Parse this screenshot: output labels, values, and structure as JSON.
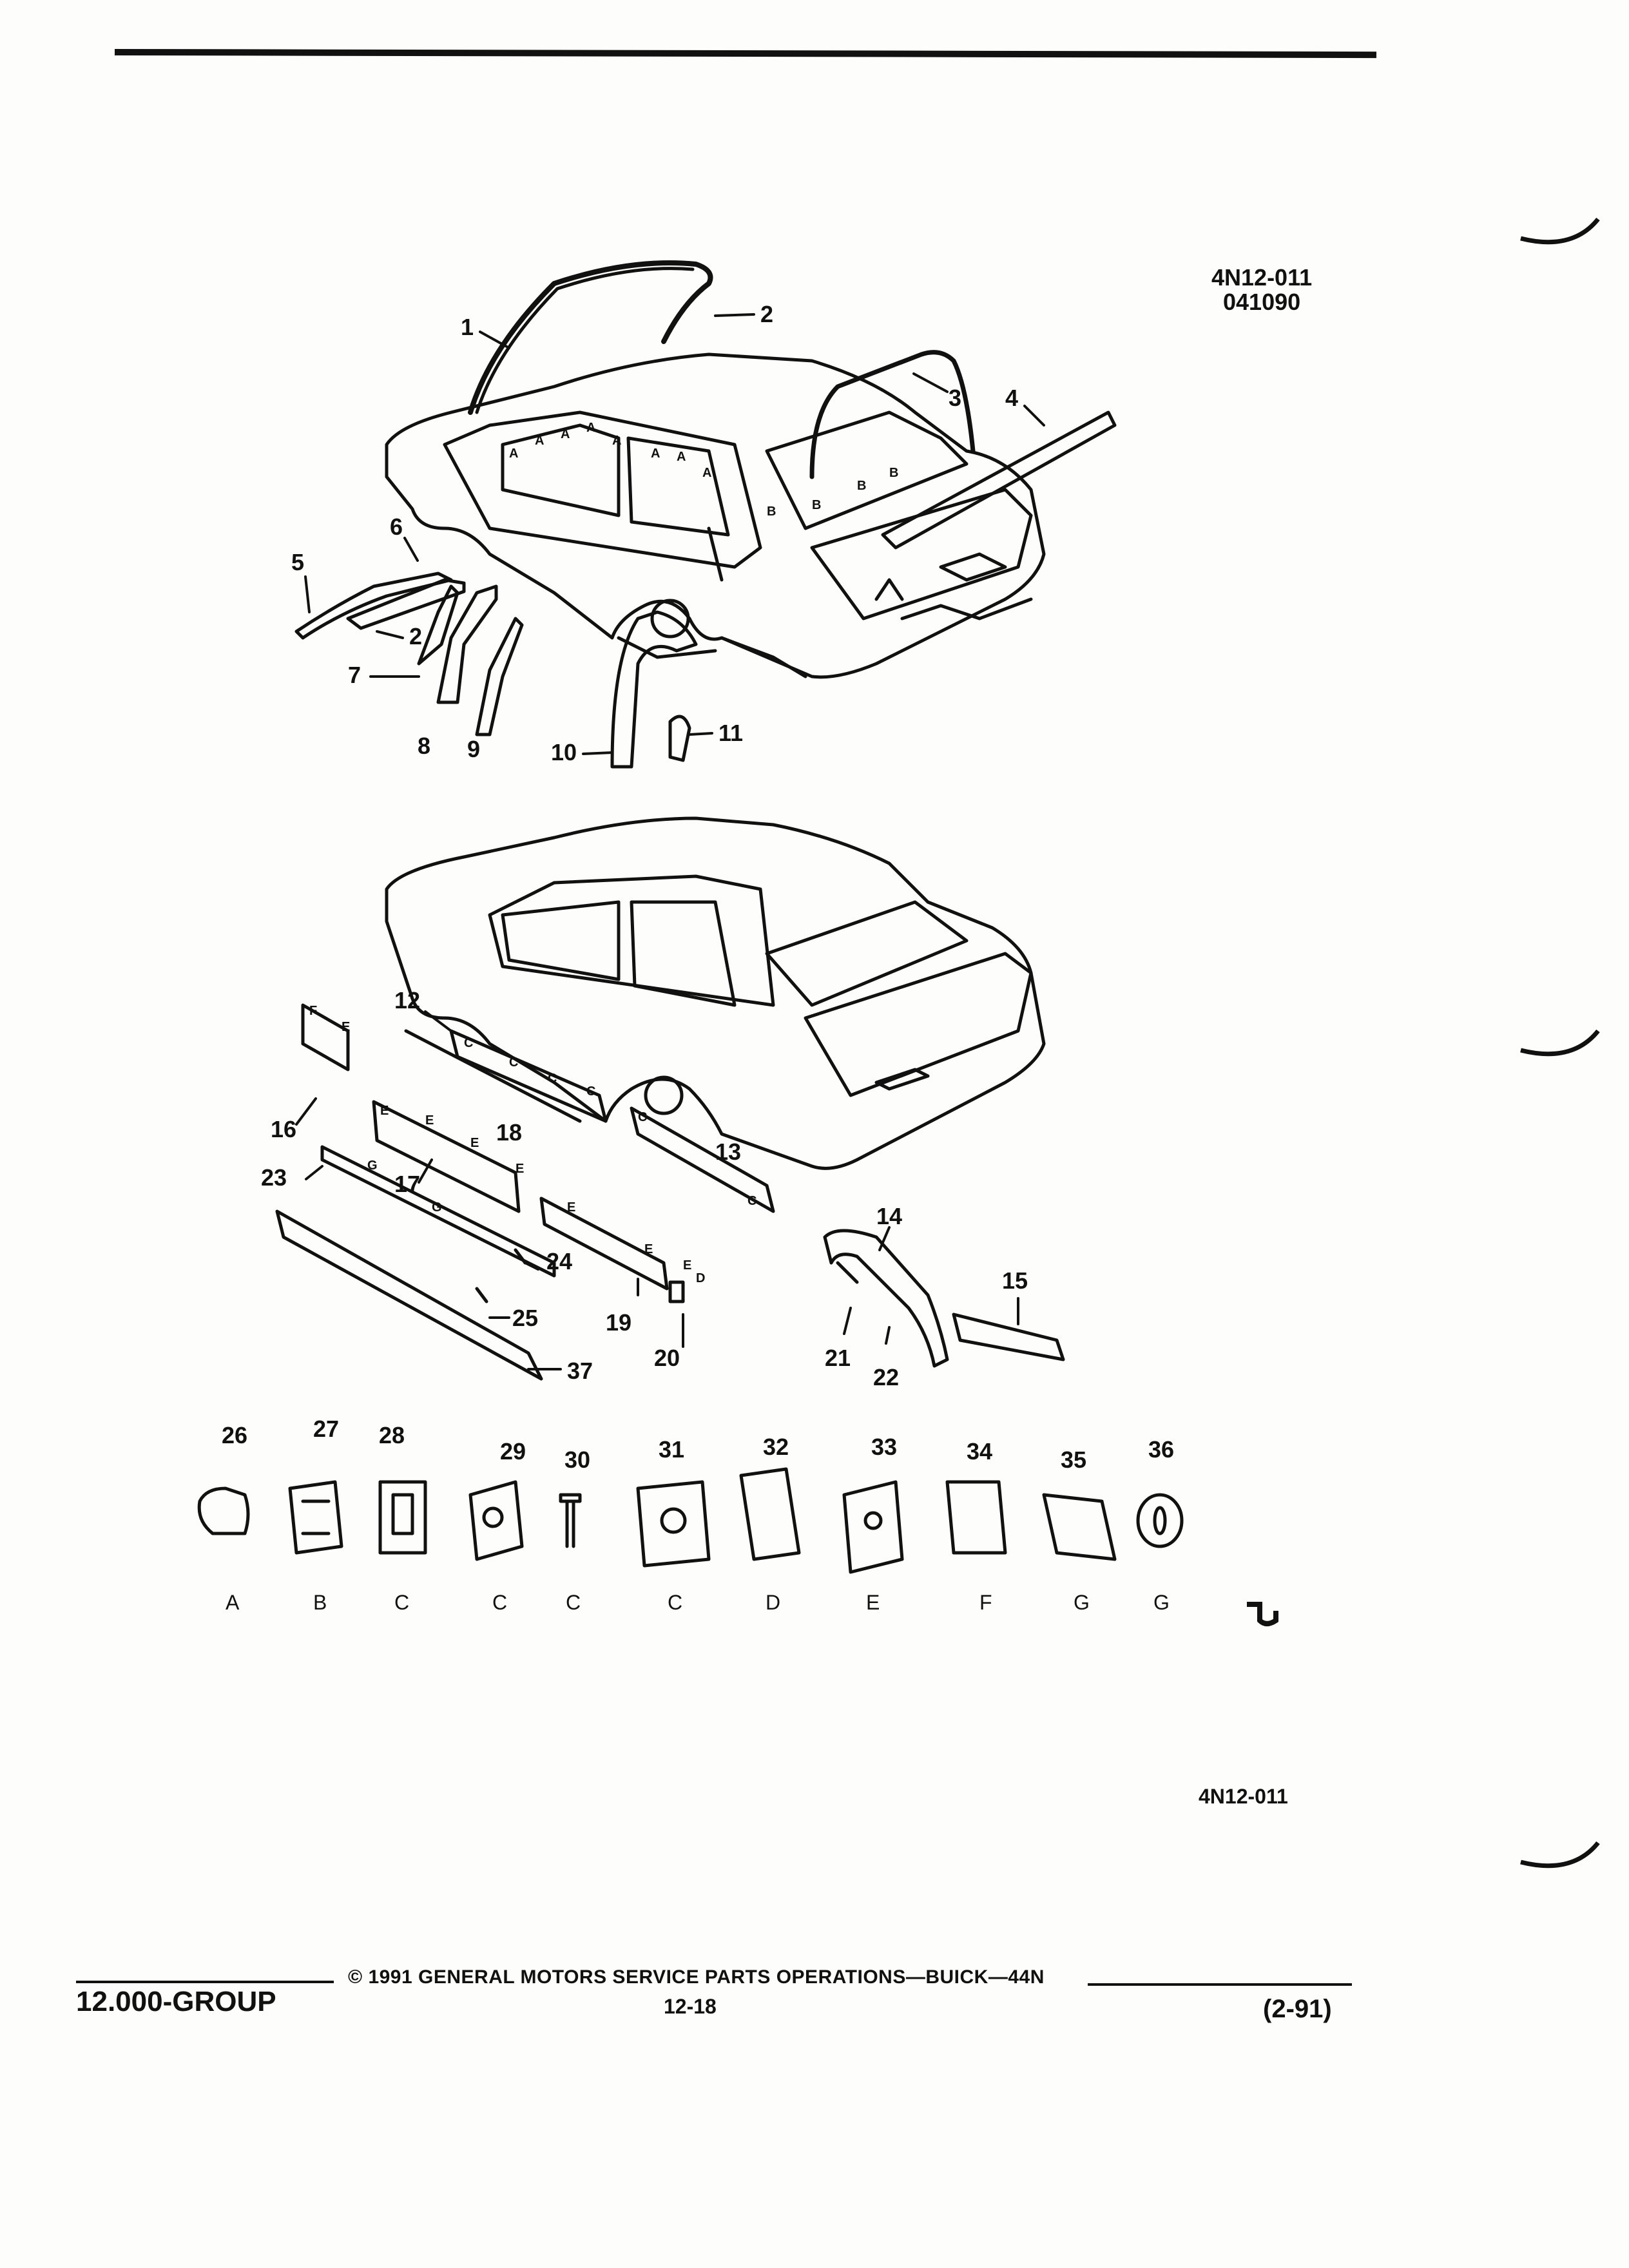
{
  "header": {
    "ref_code": "4N12-011",
    "ref_date": "041090"
  },
  "callouts": [
    "1",
    "2",
    "3",
    "4",
    "5",
    "6",
    "2",
    "7",
    "8",
    "9",
    "10",
    "11",
    "12",
    "16",
    "18",
    "13",
    "23",
    "17",
    "14",
    "24",
    "15",
    "19",
    "25",
    "20",
    "21",
    "22",
    "37"
  ],
  "fasteners": [
    {
      "num": "26",
      "letter": "A"
    },
    {
      "num": "27",
      "letter": "B"
    },
    {
      "num": "28",
      "letter": "C"
    },
    {
      "num": "29",
      "letter": "C"
    },
    {
      "num": "30",
      "letter": "C"
    },
    {
      "num": "31",
      "letter": "C"
    },
    {
      "num": "32",
      "letter": "D"
    },
    {
      "num": "33",
      "letter": "E"
    },
    {
      "num": "34",
      "letter": "F"
    },
    {
      "num": "35",
      "letter": "G"
    },
    {
      "num": "36",
      "letter": "G"
    }
  ],
  "bottom_ref": "4N12-011",
  "footer": {
    "group": "12.000-GROUP",
    "copyright": "© 1991  GENERAL MOTORS SERVICE PARTS OPERATIONS—BUICK—44N",
    "page": "12-18",
    "revision": "(2-91)"
  }
}
